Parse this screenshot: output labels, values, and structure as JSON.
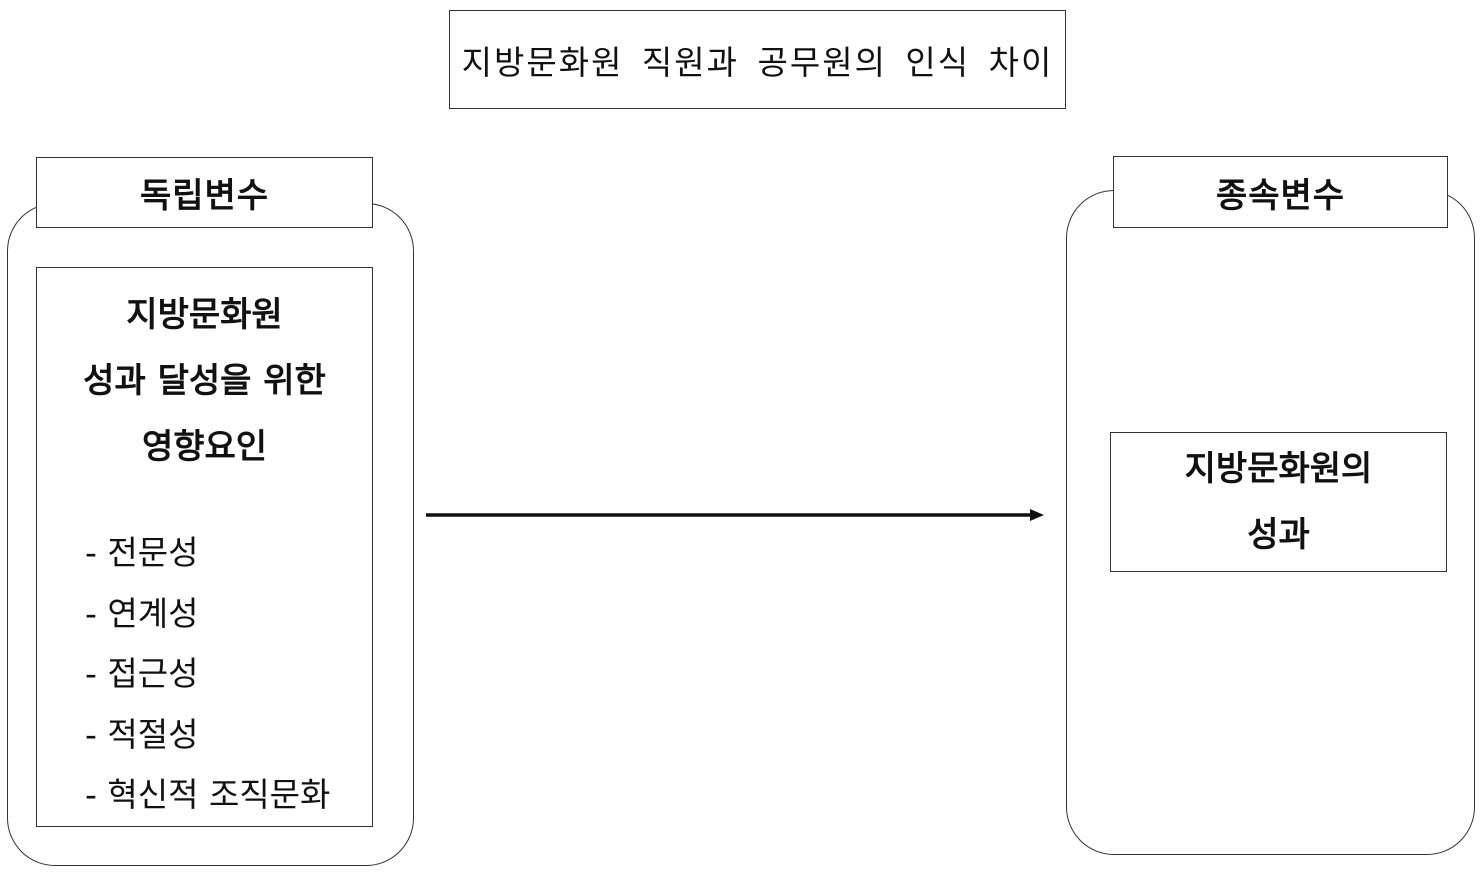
{
  "title": "지방문화원 직원과 공무원의 인식 차이",
  "independent": {
    "header": "독립변수",
    "heading": [
      "지방문화원",
      "성과 달성을 위한",
      "영향요인"
    ],
    "factors": [
      "- 전문성",
      "- 연계성",
      "- 접근성",
      "- 적절성",
      "- 혁신적 조직문화"
    ]
  },
  "dependent": {
    "header": "종속변수",
    "content": [
      "지방문화원의",
      "성과"
    ]
  },
  "colors": {
    "line": "#111111",
    "border": "#333333"
  }
}
